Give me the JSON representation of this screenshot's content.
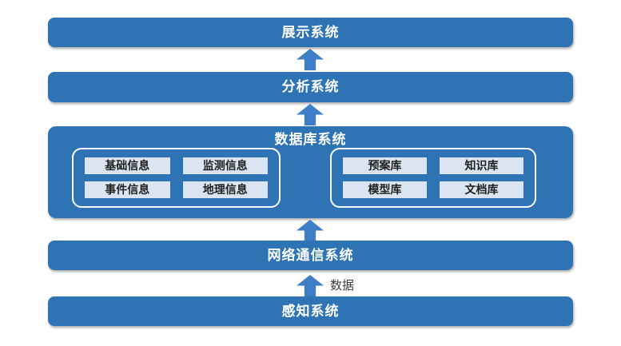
{
  "diagram": {
    "layers": {
      "display": {
        "label": "展示系统"
      },
      "analysis": {
        "label": "分析系统"
      },
      "database": {
        "label": "数据库系统",
        "left_group": {
          "items": [
            "基础信息",
            "监测信息",
            "事件信息",
            "地理信息"
          ]
        },
        "right_group": {
          "items": [
            "预案库",
            "知识库",
            "模型库",
            "文档库"
          ]
        }
      },
      "network": {
        "label": "网络通信系统"
      },
      "sensing": {
        "label": "感知系统"
      }
    },
    "arrow_label": "数据",
    "colors": {
      "bar_blue": "#2E74B5",
      "arrow_blue": "#3E7EC6",
      "item_bg": "#DBE5F1",
      "item_text": "#1F1F1F",
      "bar_text": "#FFFFFF",
      "arrow_label_text": "#3D3D3D"
    }
  }
}
